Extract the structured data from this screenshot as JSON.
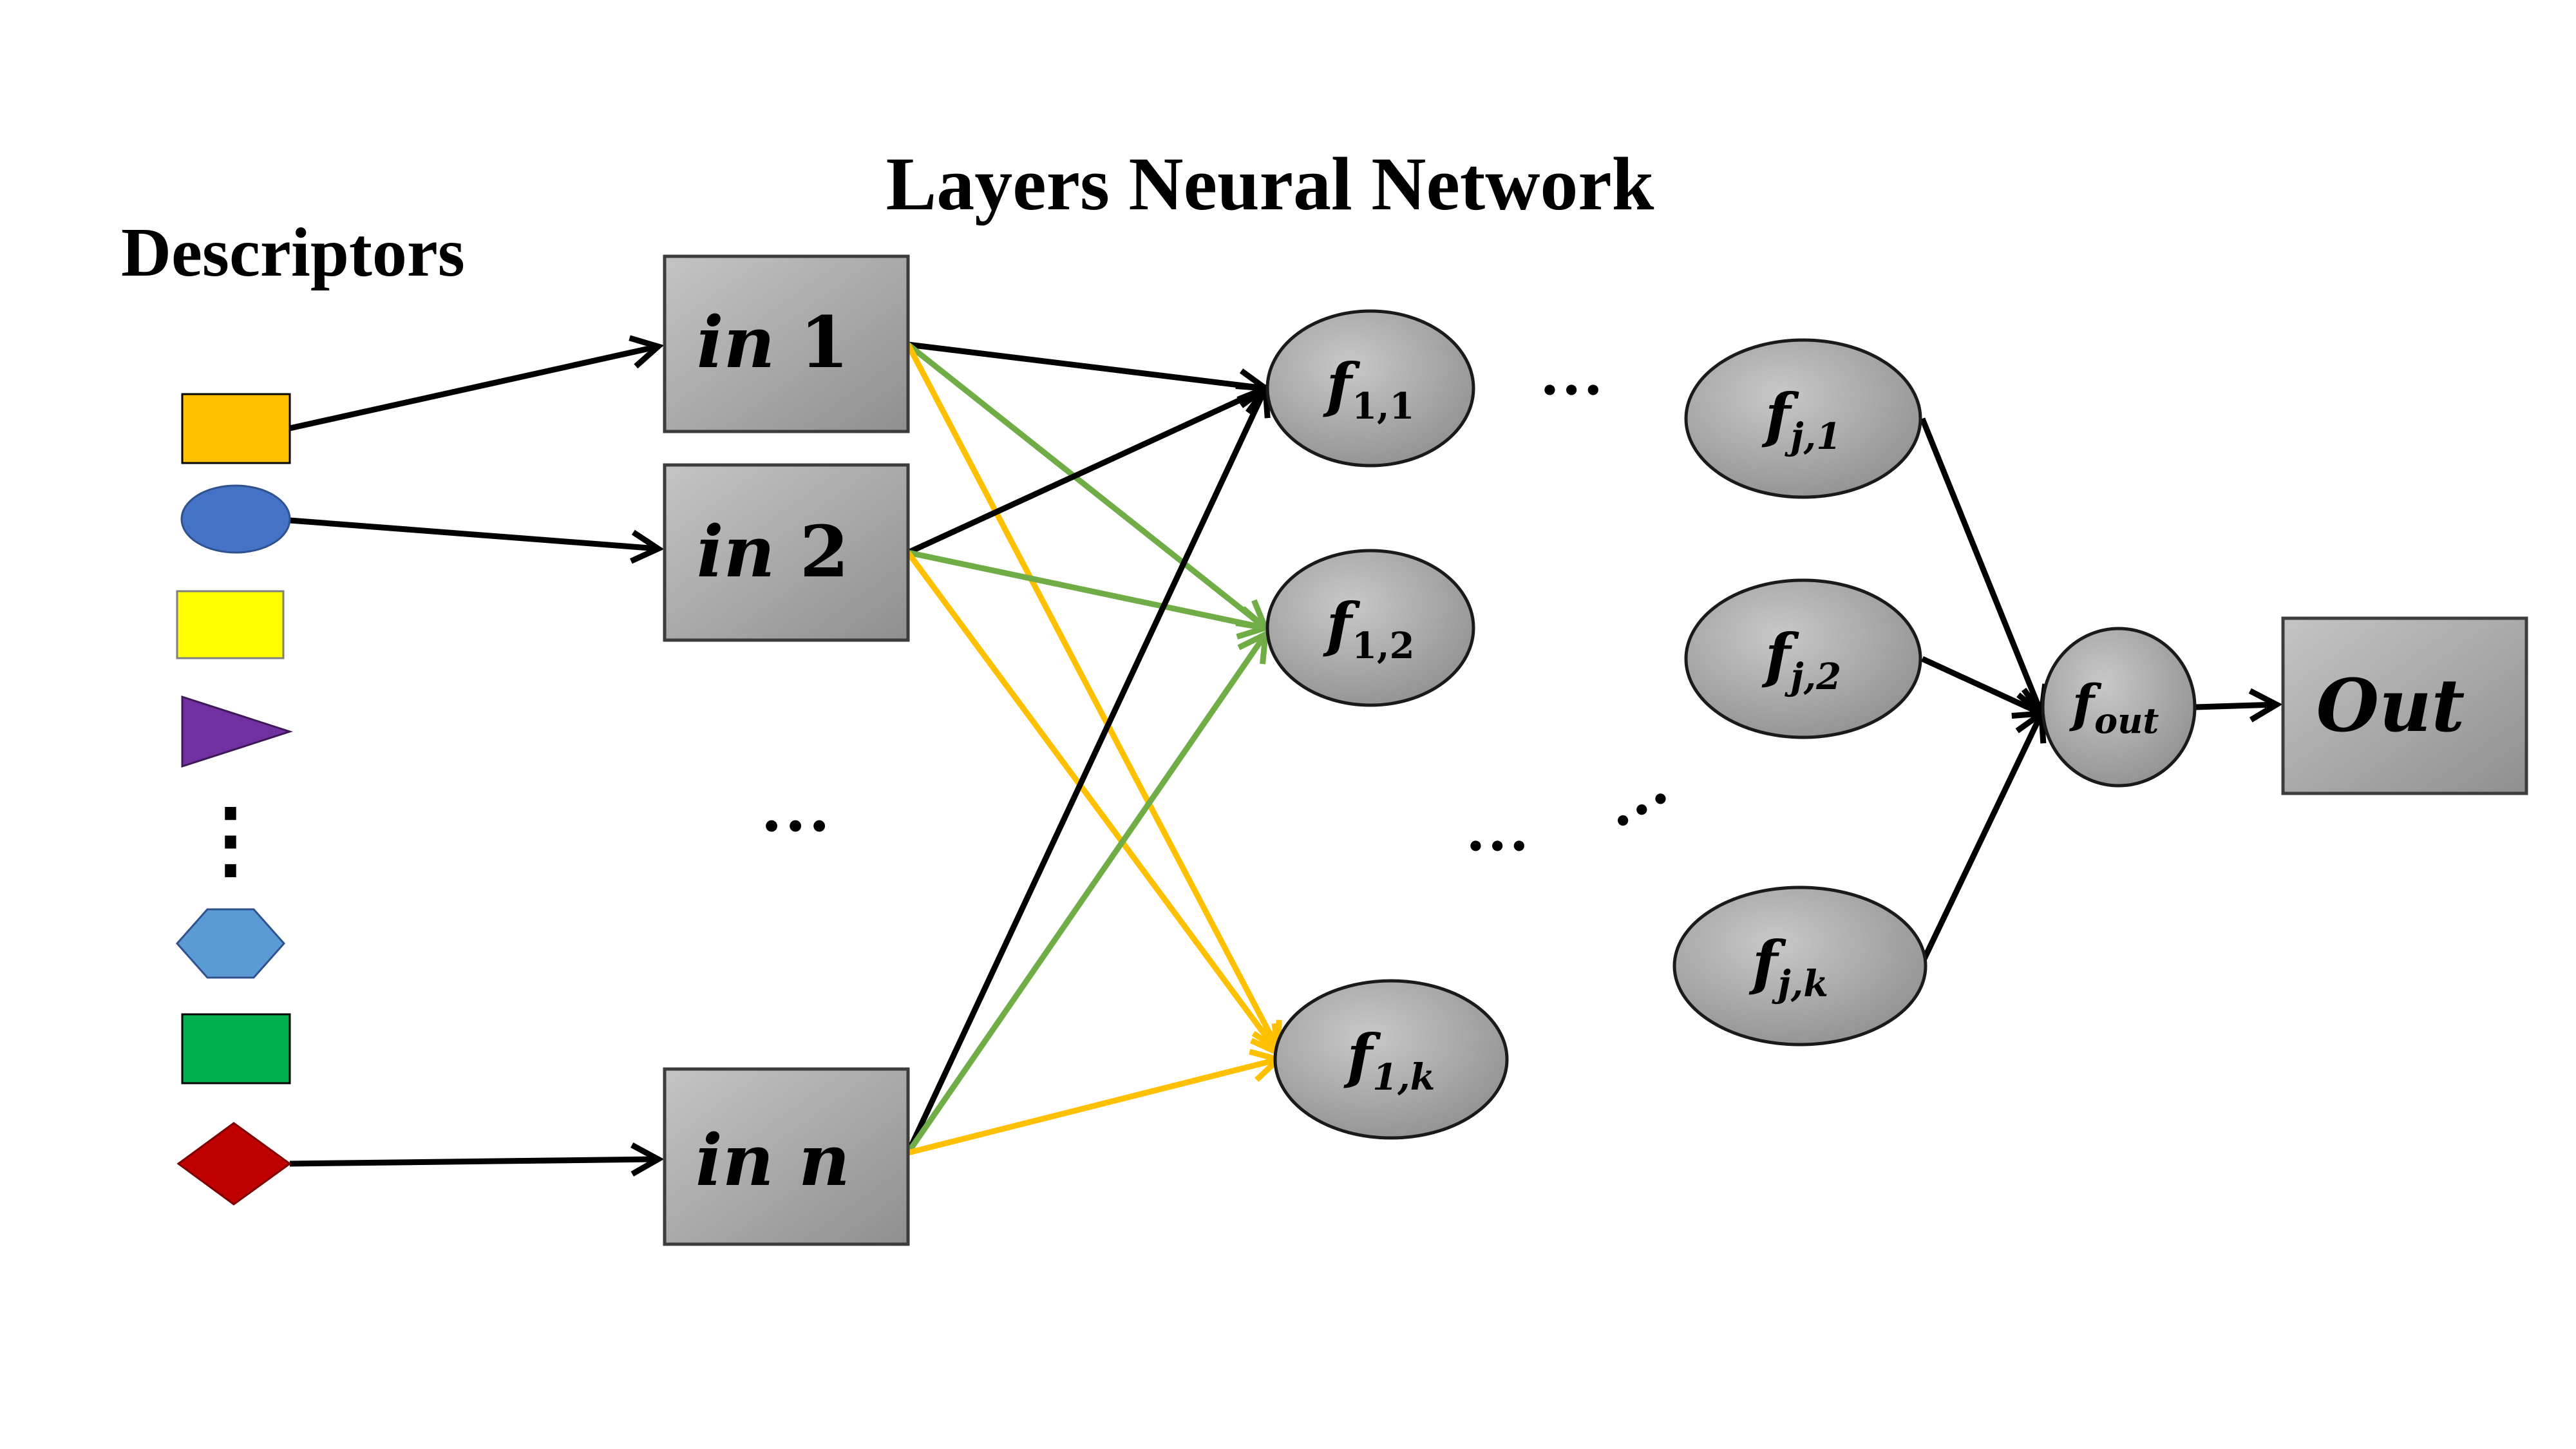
{
  "title": "Layers Neural Network",
  "descriptors_label": "Descriptors",
  "descriptor_shapes": [
    {
      "shape": "rectangle",
      "color": "#FFC000"
    },
    {
      "shape": "ellipse",
      "color": "#4472C4"
    },
    {
      "shape": "rectangle",
      "color": "#FFFF00"
    },
    {
      "shape": "triangle",
      "color": "#7030A0"
    },
    {
      "shape": "hexagon",
      "color": "#5B9BD5"
    },
    {
      "shape": "rectangle",
      "color": "#00B050"
    },
    {
      "shape": "diamond",
      "color": "#C00000"
    }
  ],
  "inputs": [
    {
      "prefix": "in",
      "index": "1"
    },
    {
      "prefix": "in",
      "index": "2"
    },
    {
      "prefix": "in",
      "index": "n"
    }
  ],
  "layer1_nodes": [
    {
      "f": "f",
      "sub": "1,1"
    },
    {
      "f": "f",
      "sub": "1,2"
    },
    {
      "f": "f",
      "sub": "1,k"
    }
  ],
  "layerj_nodes": [
    {
      "f": "f",
      "sub": "j,1"
    },
    {
      "f": "f",
      "sub": "j,2"
    },
    {
      "f": "f",
      "sub": "j,k"
    }
  ],
  "output_node": {
    "f": "f",
    "sub": "out"
  },
  "output_box": "Out",
  "ellipsis": "…",
  "vertical_ellipsis": "⋮",
  "colors": {
    "box_fill": "#A6A6A6",
    "node_fill": "#A6A6A6",
    "edge_black": "#000000",
    "edge_green": "#70AD47",
    "edge_orange": "#FFC000"
  }
}
